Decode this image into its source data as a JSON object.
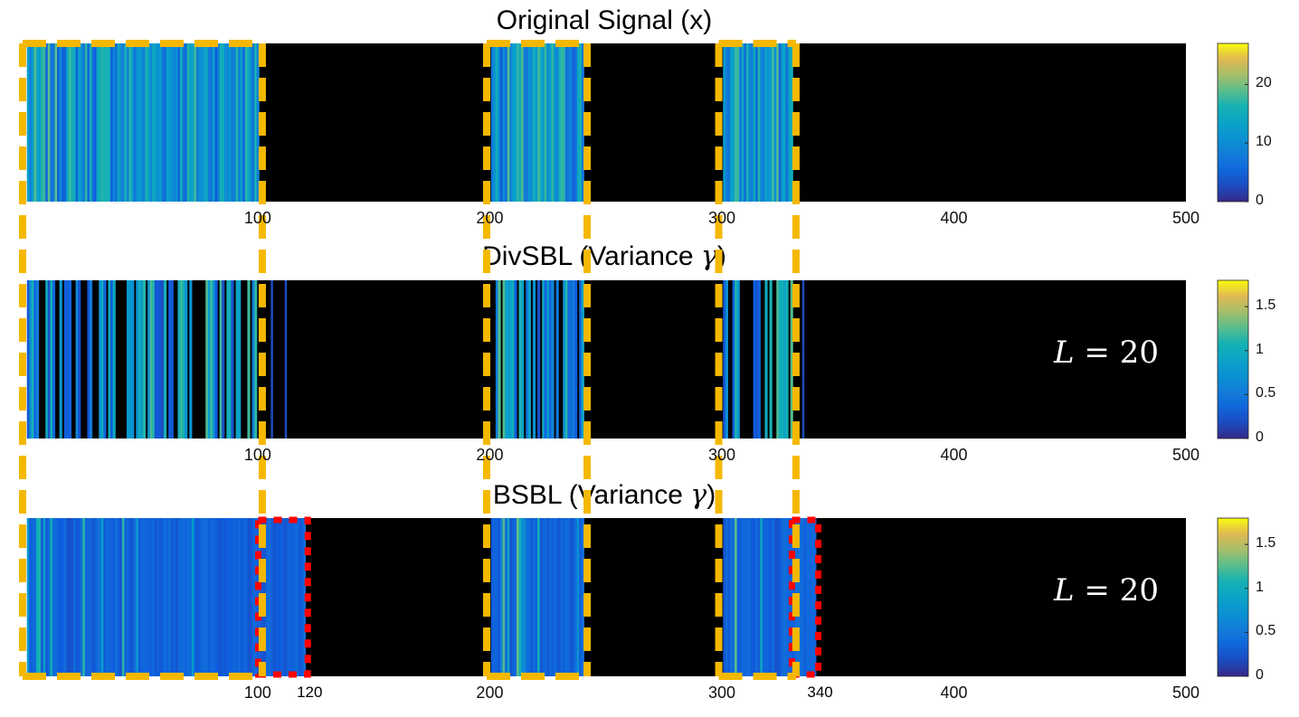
{
  "chart_data": [
    {
      "type": "heatmap",
      "title": "Original Signal (x)",
      "xlim": [
        1,
        500
      ],
      "xticks": [
        "100",
        "200",
        "300",
        "400",
        "500"
      ],
      "colorbar": {
        "min": 0,
        "max": 27,
        "ticks": [
          "0",
          "10",
          "20"
        ]
      },
      "nonzero_blocks": [
        [
          1,
          100
        ],
        [
          201,
          240
        ],
        [
          301,
          330
        ]
      ]
    },
    {
      "type": "heatmap",
      "title_text": "DivSBL (Variance ",
      "title_symbol": "γ",
      "title_end": ")",
      "xlim": [
        1,
        500
      ],
      "xticks": [
        "100",
        "200",
        "300",
        "400",
        "500"
      ],
      "colorbar": {
        "min": 0,
        "max": 1.8,
        "ticks": [
          "0",
          "0.5",
          "1",
          "1.5"
        ]
      },
      "annotation": {
        "var": "L",
        "rest": " = 20"
      },
      "nonzero_blocks": [
        [
          1,
          100
        ],
        [
          201,
          240
        ],
        [
          301,
          330
        ]
      ],
      "extra_lines": [
        106,
        112,
        335
      ]
    },
    {
      "type": "heatmap",
      "title_text": "BSBL (Variance ",
      "title_symbol": "γ",
      "title_end": ")",
      "xlim": [
        1,
        500
      ],
      "xticks": [
        "100",
        "200",
        "300",
        "400",
        "500"
      ],
      "colorbar": {
        "min": 0,
        "max": 1.8,
        "ticks": [
          "0",
          "0.5",
          "1",
          "1.5"
        ]
      },
      "annotation": {
        "var": "L",
        "rest": " = 20"
      },
      "nonzero_blocks": [
        [
          1,
          120
        ],
        [
          201,
          240
        ],
        [
          301,
          340
        ]
      ],
      "extra_ticks": [
        "120",
        "340"
      ],
      "false_blocks": [
        [
          101,
          120
        ],
        [
          331,
          340
        ]
      ]
    }
  ],
  "colors": {
    "background": "#000000",
    "highlight_true": "#f5b800",
    "highlight_false": "#ff0000"
  }
}
